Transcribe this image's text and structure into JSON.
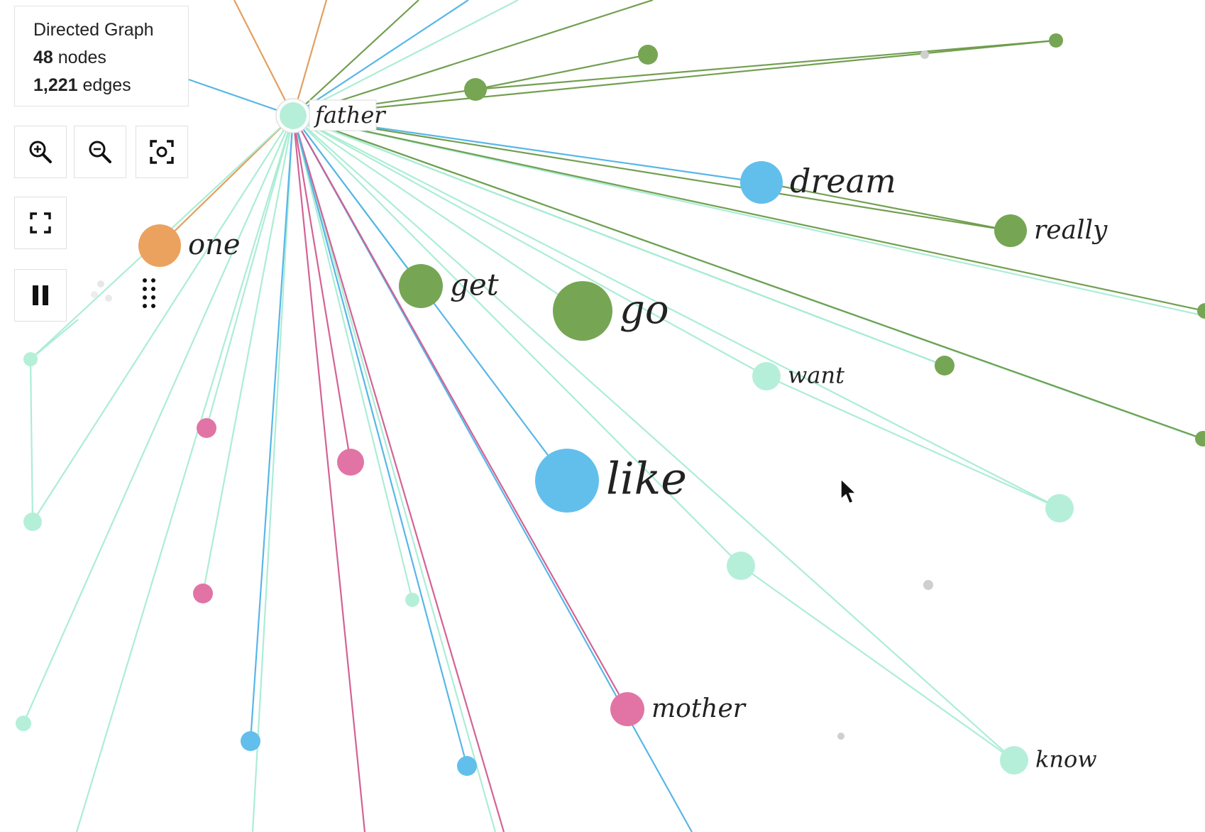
{
  "info": {
    "title": "Directed Graph",
    "node_count": "48",
    "node_suffix": "nodes",
    "edge_count": "1,221",
    "edge_suffix": "edges"
  },
  "controls": {
    "zoom_in_icon": "zoom-in-icon",
    "zoom_out_icon": "zoom-out-icon",
    "fit_icon": "focus-icon",
    "fullscreen_icon": "fullscreen-icon",
    "pause_icon": "pause-icon",
    "drag_icon": "drag-handle-icon"
  },
  "colors": {
    "mint": "#b5efd9",
    "green": "#76a654",
    "blue": "#62bfec",
    "pink": "#e274a5",
    "orange": "#eba25e",
    "gray": "#cfcfcf",
    "edge_mint": "#a8ecd3",
    "edge_green": "#6a9a48",
    "edge_blue": "#4fb2e6",
    "edge_pink": "#d25a8e",
    "edge_orange": "#e09a55"
  },
  "graph": {
    "hub": {
      "label": "father",
      "color": "mint"
    },
    "nodes": [
      {
        "label": "dream",
        "color": "blue"
      },
      {
        "label": "really",
        "color": "green"
      },
      {
        "label": "one",
        "color": "orange"
      },
      {
        "label": "get",
        "color": "green"
      },
      {
        "label": "go",
        "color": "green"
      },
      {
        "label": "want",
        "color": "mint"
      },
      {
        "label": "like",
        "color": "blue"
      },
      {
        "label": "mother",
        "color": "pink"
      },
      {
        "label": "know",
        "color": "mint"
      },
      {
        "label": "",
        "color": "green"
      },
      {
        "label": "",
        "color": "green"
      },
      {
        "label": "",
        "color": "green"
      },
      {
        "label": "",
        "color": "green"
      },
      {
        "label": "",
        "color": "green"
      },
      {
        "label": "",
        "color": "gray"
      },
      {
        "label": "",
        "color": "mint"
      },
      {
        "label": "",
        "color": "mint"
      },
      {
        "label": "",
        "color": "mint"
      },
      {
        "label": "",
        "color": "mint"
      },
      {
        "label": "",
        "color": "mint"
      },
      {
        "label": "",
        "color": "mint"
      },
      {
        "label": "",
        "color": "pink"
      },
      {
        "label": "",
        "color": "pink"
      },
      {
        "label": "",
        "color": "pink"
      },
      {
        "label": "",
        "color": "blue"
      },
      {
        "label": "",
        "color": "blue"
      },
      {
        "label": "",
        "color": "gray"
      },
      {
        "label": "",
        "color": "gray"
      },
      {
        "label": "",
        "color": "green"
      }
    ]
  }
}
